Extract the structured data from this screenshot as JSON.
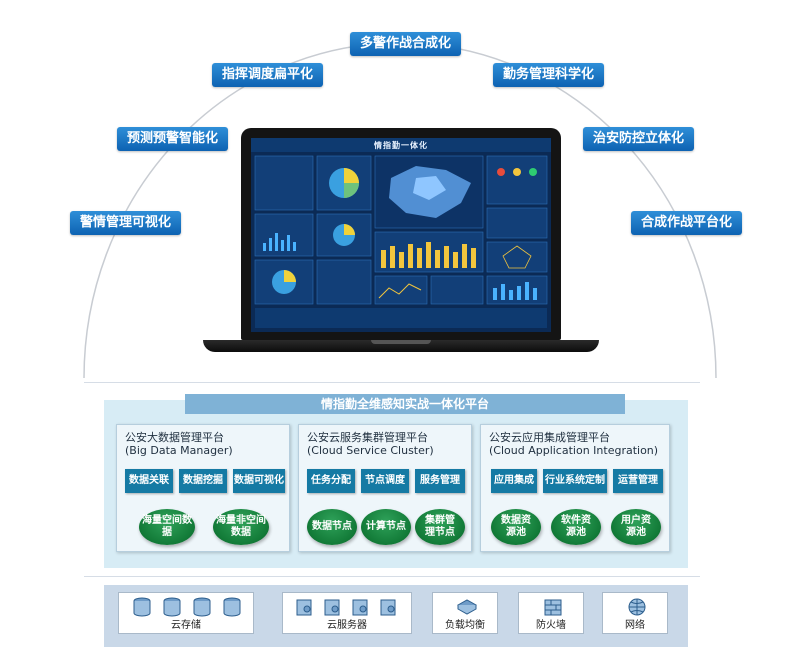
{
  "capabilities": [
    "多警作战合成化",
    "指挥调度扁平化",
    "勤务管理科学化",
    "预测预警智能化",
    "治安防控立体化",
    "警情管理可视化",
    "合成作战平台化"
  ],
  "screen": {
    "title": "情指勤一体化"
  },
  "platform": {
    "title": "情指勤全维感知实战一体化平台",
    "panels": [
      {
        "title": "公安大数据管理平台",
        "subtitle": "(Big Data Manager)",
        "tiles": [
          "数据关联",
          "数据挖掘",
          "数据可视化"
        ],
        "orbs": [
          "海量空间数据",
          "海量非空间数据"
        ]
      },
      {
        "title": "公安云服务集群管理平台",
        "subtitle": "(Cloud Service Cluster)",
        "tiles": [
          "任务分配",
          "节点调度",
          "服务管理"
        ],
        "orbs": [
          "数据节点",
          "计算节点",
          "集群管理节点"
        ]
      },
      {
        "title": "公安云应用集成管理平台",
        "subtitle": "(Cloud Application Integration)",
        "tiles": [
          "应用集成",
          "行业系统定制",
          "运营管理"
        ],
        "orbs": [
          "数据资源池",
          "软件资源池",
          "用户资源池"
        ]
      }
    ]
  },
  "infra": [
    "云存储",
    "云服务器",
    "负载均衡",
    "防火墙",
    "网络"
  ],
  "icons": [
    "database-icon",
    "server-icon",
    "load-balancer-icon",
    "firewall-icon",
    "globe-icon"
  ],
  "colors": {
    "pill": "#0d62b2",
    "tile": "#157aa4",
    "orb": "#127a37",
    "title_bar": "#7fb2d6"
  }
}
